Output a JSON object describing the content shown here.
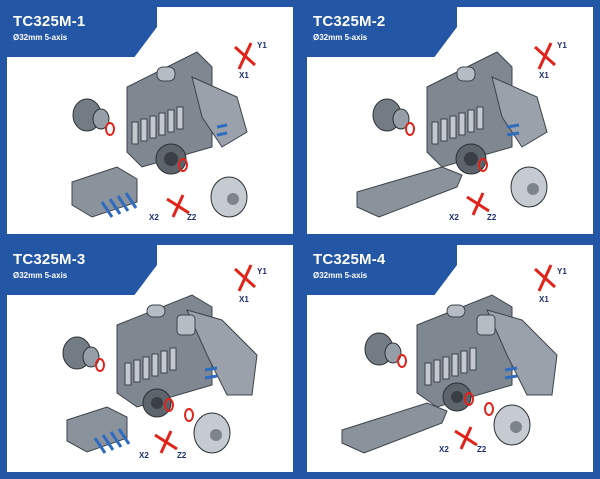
{
  "panels": [
    {
      "title": "TC325M-1",
      "subtitle": "Ø32mm 5-axis",
      "axis_upper": [
        "Y1",
        "X1"
      ],
      "axis_lower": [
        "X2",
        "Z2"
      ]
    },
    {
      "title": "TC325M-2",
      "subtitle": "Ø32mm 5-axis",
      "axis_upper": [
        "Y1",
        "X1"
      ],
      "axis_lower": [
        "X2",
        "Z2"
      ]
    },
    {
      "title": "TC325M-3",
      "subtitle": "Ø32mm 5-axis",
      "axis_upper": [
        "Y1",
        "X1"
      ],
      "axis_lower": [
        "X2",
        "Z2"
      ]
    },
    {
      "title": "TC325M-4",
      "subtitle": "Ø32mm 5-axis",
      "axis_upper": [
        "Y1",
        "X1"
      ],
      "axis_lower": [
        "X2",
        "Z2"
      ]
    }
  ],
  "colors": {
    "frame": "#2456a6",
    "panel": "#ffffff",
    "marker": "#e2231a",
    "part": "#7f8791",
    "tool": "#2f6cc0"
  }
}
